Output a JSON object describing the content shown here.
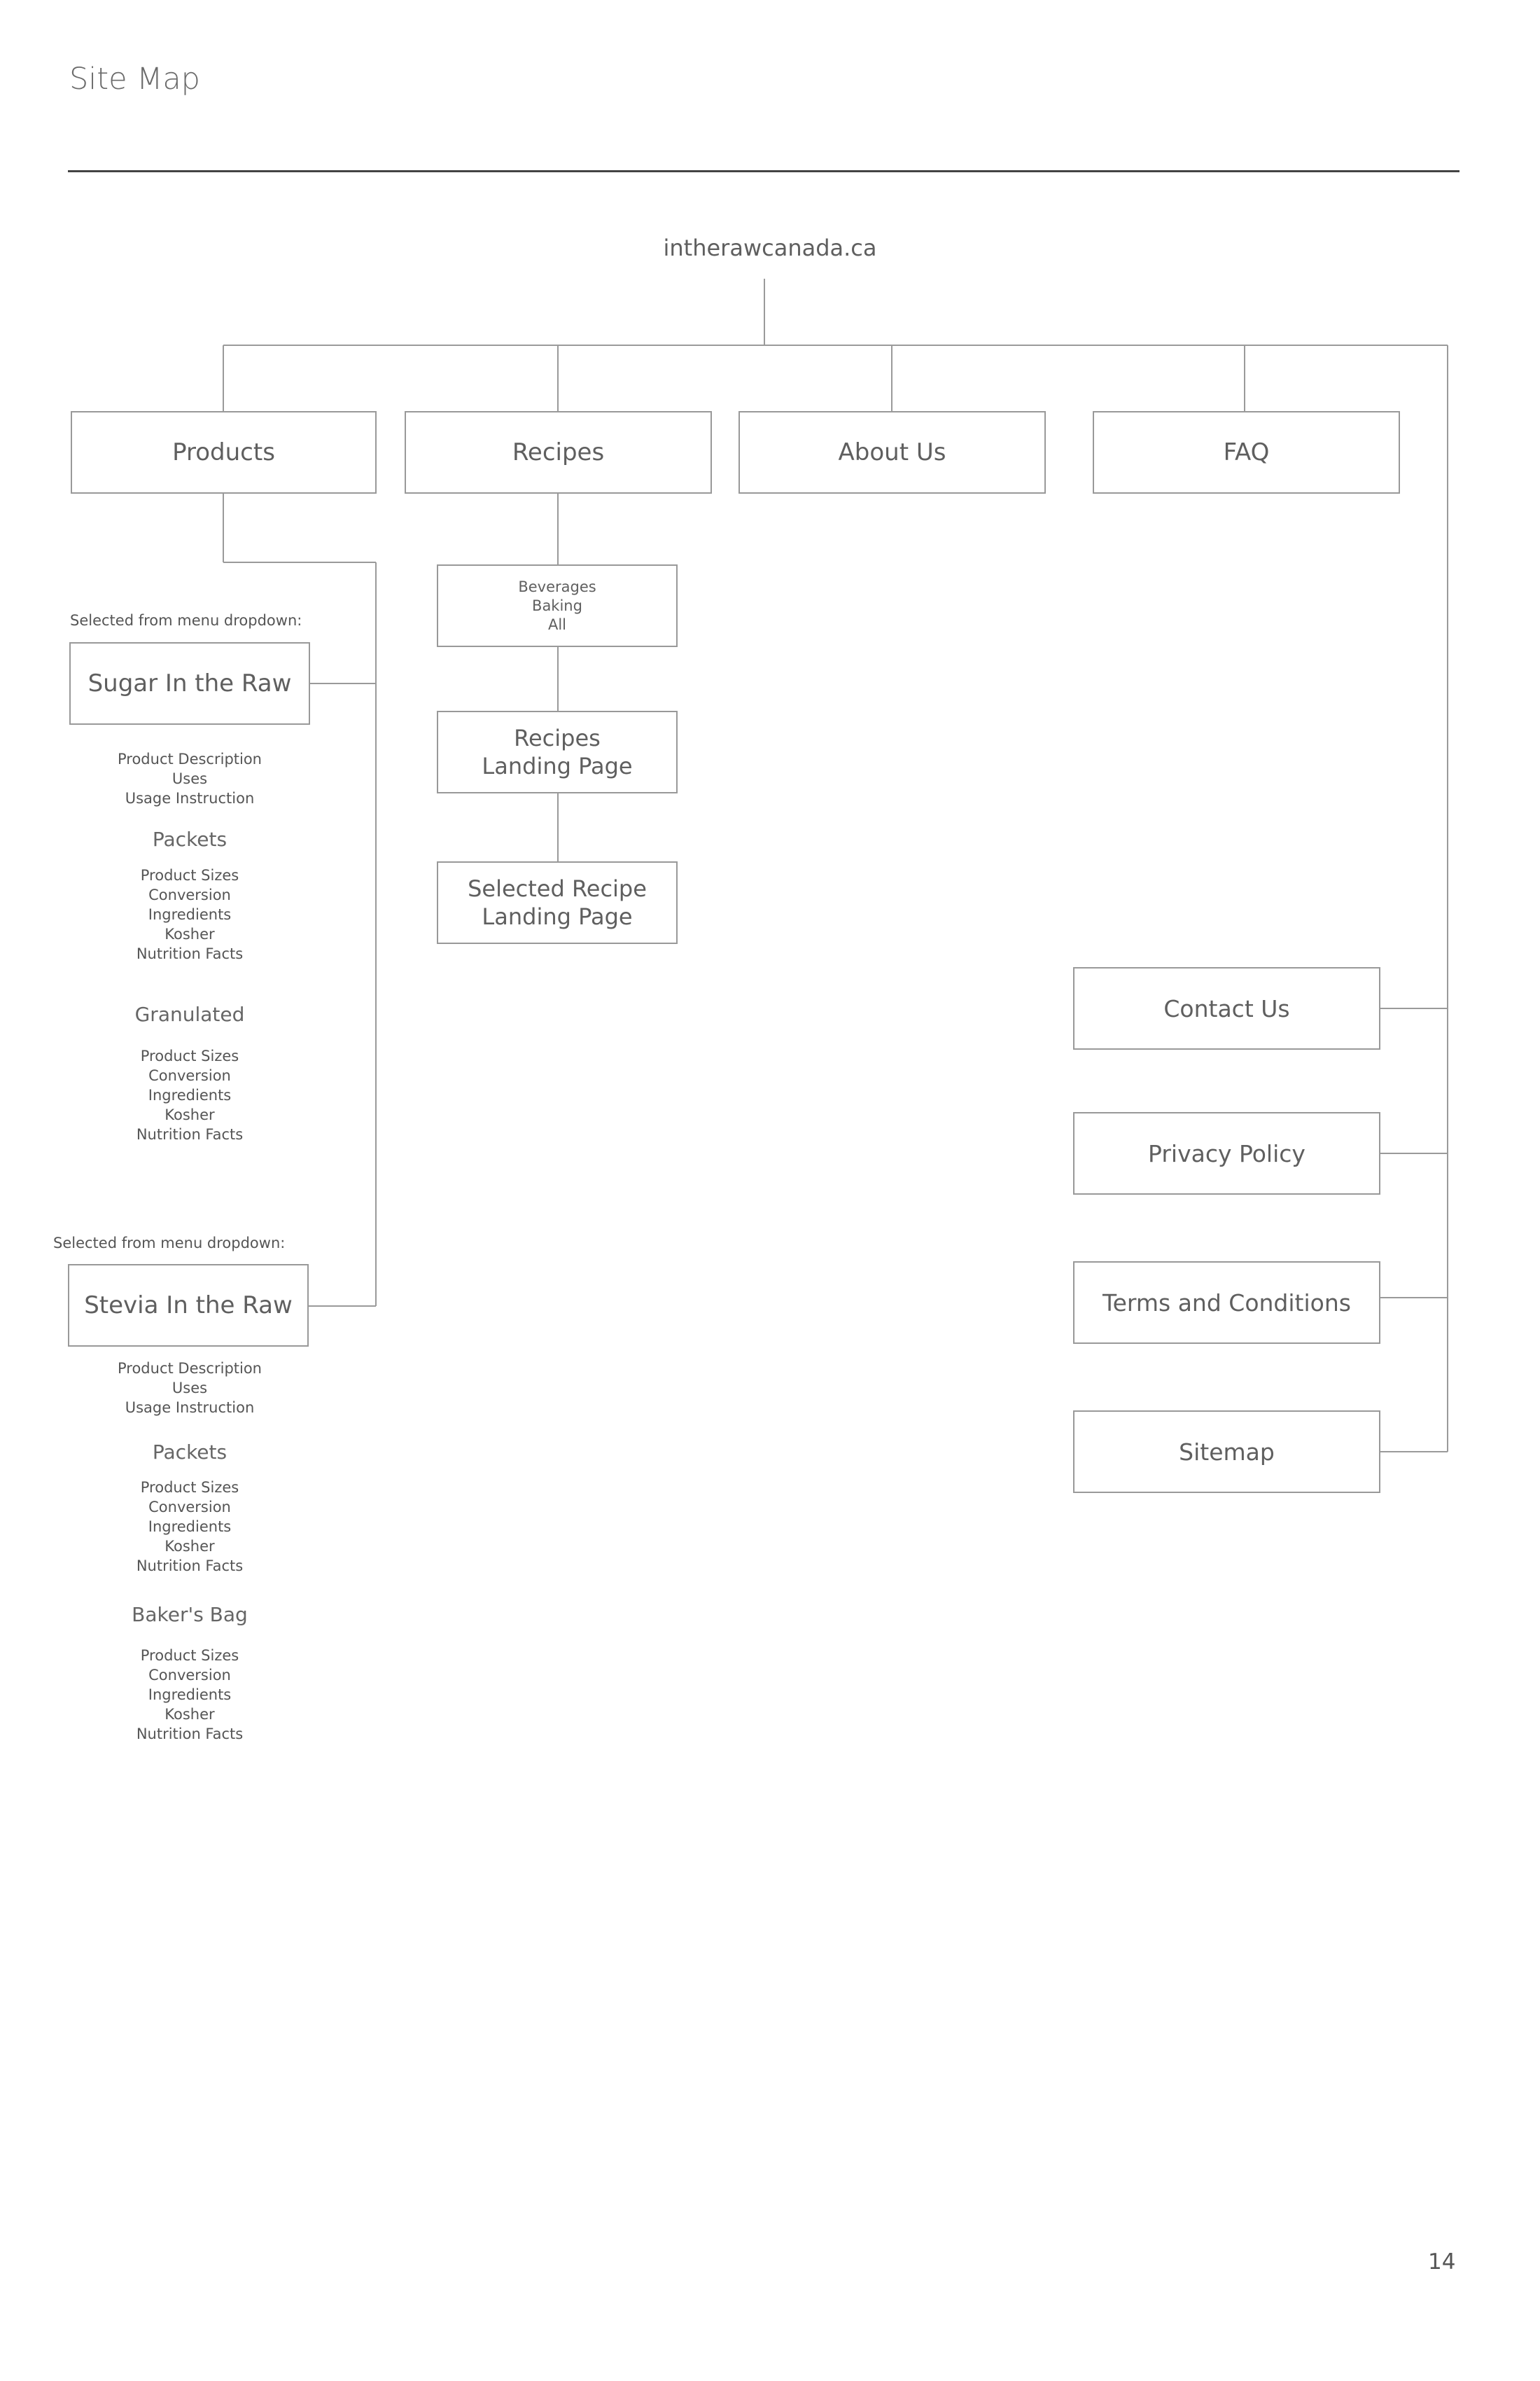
{
  "page": {
    "title": "Site Map",
    "page_number": "14"
  },
  "root": {
    "label": "intherawcanada.ca"
  },
  "nav": {
    "products": "Products",
    "recipes": "Recipes",
    "about": "About Us",
    "faq": "FAQ"
  },
  "recipes": {
    "categories": [
      "Beverages",
      "Baking",
      "All"
    ],
    "landing": [
      "Recipes",
      "Landing Page"
    ],
    "selected": [
      "Selected Recipe",
      "Landing Page"
    ]
  },
  "products": {
    "sugar": {
      "note": "Selected from menu dropdown:",
      "name": "Sugar In the Raw",
      "details": [
        "Product Description",
        "Uses",
        "Usage Instruction"
      ],
      "sections": [
        {
          "title": "Packets",
          "items": [
            "Product Sizes",
            "Conversion",
            "Ingredients",
            "Kosher",
            "Nutrition Facts"
          ]
        },
        {
          "title": "Granulated",
          "items": [
            "Product Sizes",
            "Conversion",
            "Ingredients",
            "Kosher",
            "Nutrition Facts"
          ]
        }
      ]
    },
    "stevia": {
      "note": "Selected from menu dropdown:",
      "name": "Stevia In the Raw",
      "details": [
        "Product Description",
        "Uses",
        "Usage Instruction"
      ],
      "sections": [
        {
          "title": "Packets",
          "items": [
            "Product Sizes",
            "Conversion",
            "Ingredients",
            "Kosher",
            "Nutrition Facts"
          ]
        },
        {
          "title": "Baker's Bag",
          "items": [
            "Product Sizes",
            "Conversion",
            "Ingredients",
            "Kosher",
            "Nutrition Facts"
          ]
        }
      ]
    }
  },
  "footer_pages": {
    "contact": "Contact Us",
    "privacy": "Privacy Policy",
    "terms": "Terms and Conditions",
    "sitemap": "Sitemap"
  },
  "colors": {
    "line": "#999999",
    "rule": "#444444",
    "text": "#5f5f5f"
  }
}
